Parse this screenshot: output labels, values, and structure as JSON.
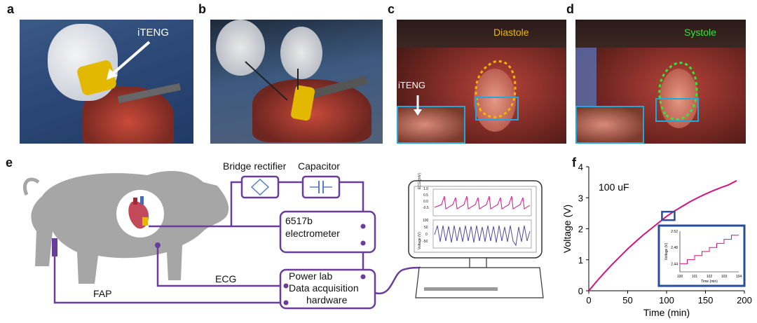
{
  "panels": {
    "a": "a",
    "b": "b",
    "c": "c",
    "d": "d",
    "e": "e",
    "f": "f"
  },
  "photo_labels": {
    "a_iteng": "iTENG",
    "c_iteng": "iTENG",
    "c_phase": "Diastole",
    "d_phase": "Systole"
  },
  "colors": {
    "diastole": "#f5b400",
    "systole": "#35e635",
    "roi_box": "#1fa8e0",
    "circuit": "#6a3d9a",
    "pig": "#a6a6a6",
    "curve": "#d3147e",
    "inset_box": "#2a4d9b"
  },
  "schematic": {
    "bridge_rectifier": "Bridge rectifier",
    "capacitor": "Capacitor",
    "electrometer_line1": "6517b",
    "electrometer_line2": "electrometer",
    "powerlab_line1": "Power lab",
    "powerlab_line2": "Data acquisition",
    "powerlab_line3": "hardware",
    "ecg": "ECG",
    "fap": "FAP",
    "monitor_top_ylabel": "ECG (mV)",
    "monitor_top_ticks": [
      "1.0",
      "0.5",
      "0.0",
      "-0.5"
    ],
    "monitor_bottom_ylabel": "Voltage (V)",
    "monitor_bottom_ticks": [
      "100",
      "50",
      "0",
      "-50"
    ]
  },
  "chart_data": {
    "type": "line",
    "annotation": "100 uF",
    "xlabel": "Time (min)",
    "ylabel": "Voltage (V)",
    "xlim": [
      0,
      200
    ],
    "ylim": [
      0,
      4
    ],
    "xticks": [
      "0",
      "50",
      "100",
      "150",
      "200"
    ],
    "yticks": [
      "0",
      "1",
      "2",
      "3",
      "4"
    ],
    "x": [
      0,
      10,
      20,
      30,
      40,
      50,
      60,
      70,
      80,
      90,
      100,
      110,
      120,
      130,
      140,
      150,
      160,
      170,
      180,
      190
    ],
    "y": [
      0,
      0.3,
      0.58,
      0.85,
      1.1,
      1.35,
      1.58,
      1.8,
      2.0,
      2.2,
      2.4,
      2.57,
      2.72,
      2.87,
      3.0,
      3.12,
      3.23,
      3.33,
      3.42,
      3.55
    ],
    "inset": {
      "xlabel": "Time (min)",
      "ylabel": "Voltage (V)",
      "xlim": [
        100,
        104
      ],
      "ylim": [
        2.42,
        2.52
      ],
      "xticks": [
        "100",
        "101",
        "102",
        "103",
        "104"
      ],
      "yticks": [
        "2.52",
        "2.48",
        "2.44"
      ],
      "x": [
        100,
        100.5,
        100.5,
        101,
        101,
        101.5,
        101.5,
        102,
        102,
        102.5,
        102.5,
        103,
        103,
        103.5,
        103.5,
        104
      ],
      "y": [
        2.44,
        2.44,
        2.45,
        2.45,
        2.46,
        2.46,
        2.47,
        2.47,
        2.48,
        2.48,
        2.49,
        2.49,
        2.5,
        2.5,
        2.51,
        2.51
      ]
    }
  }
}
